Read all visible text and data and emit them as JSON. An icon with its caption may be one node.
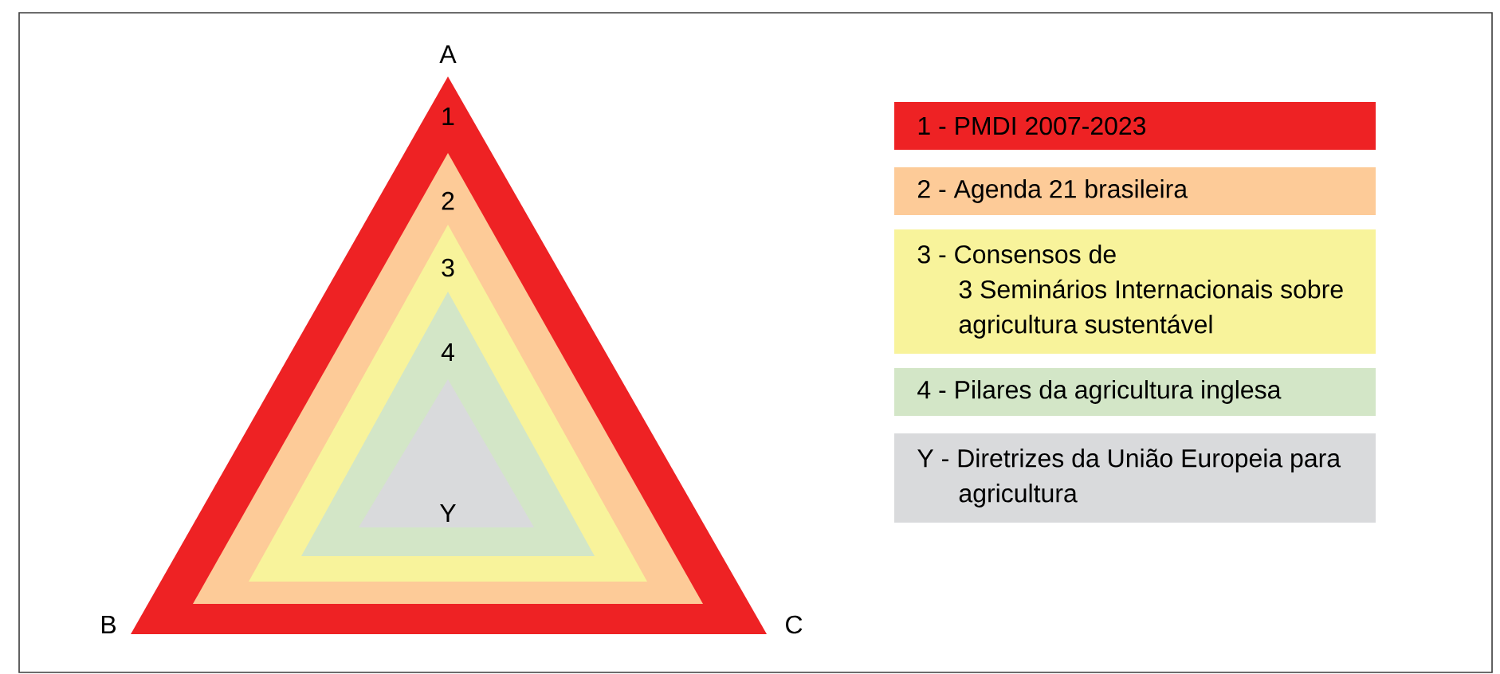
{
  "diagram": {
    "nodes": [
      {
        "text": [
          "1"
        ]
      },
      {
        "text": [
          "2"
        ],
        "in": 0
      },
      {
        "text": [
          "3"
        ],
        "in": 1
      },
      {
        "text": [
          "4"
        ],
        "in": 2
      },
      {
        "text": [
          "Y"
        ],
        "in": 3
      }
    ],
    "labels": [
      "A",
      "B",
      "C"
    ],
    "legend": [
      {
        "text": "1 - PMDI 2007-2023",
        "color": "#ee2224"
      },
      {
        "text": "2 - Agenda 21 brasileira",
        "color": "#fdcb98"
      },
      {
        "text": "3 - Consensos de 3 Seminários Internacionais sobre agricultura sustentável",
        "color": "#f8f39b"
      },
      {
        "text": "4 - Pilares da agricultura inglesa",
        "color": "#d3e6c7"
      },
      {
        "text": "Y - Diretrizes da União Europeia para agricultura",
        "color": "#d9dadc"
      }
    ]
  }
}
